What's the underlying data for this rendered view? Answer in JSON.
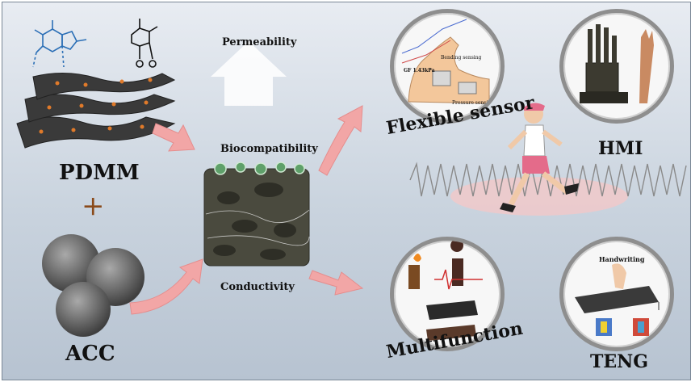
{
  "materials": {
    "pdmm": "PDMM",
    "plus": "+",
    "acc": "ACC"
  },
  "properties": {
    "permeability": "Permeability",
    "biocompatibility": "Biocompatibility",
    "conductivity": "Conductivity"
  },
  "applications": {
    "flexible_sensor": "Flexible sensor",
    "hmi": "HMI",
    "multifunction": "Multifunction",
    "teng": "TENG"
  },
  "sensor_detail": {
    "bending_sensing": "Bending sensing",
    "pressure_sensing": "Pressure sensing",
    "gf": "GF 1.43kPa"
  },
  "teng_detail": {
    "handwriting": "Handwriting"
  },
  "colors": {
    "arrow": "#f2a6a6",
    "molecule": "#2b6fb6",
    "sheet": "#3a3a3a",
    "dot": "#e07a2a"
  }
}
